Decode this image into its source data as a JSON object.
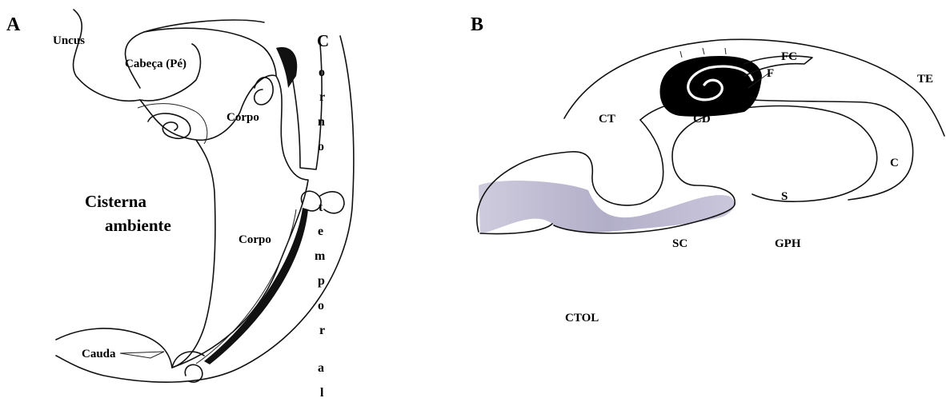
{
  "panel_a": {
    "letter": "A",
    "labels": {
      "uncus": "Uncus",
      "cabeca": "Cabeça (Pé)",
      "corpo_upper": "Corpo",
      "corpo_lower": "Corpo",
      "cisterna_line1": "Cisterna",
      "cisterna_line2": "ambiente",
      "cauda": "Cauda",
      "corno_letters": [
        "C",
        "o",
        "r",
        "n",
        "o"
      ],
      "temporal_letters": [
        "t",
        "e",
        "m",
        "p",
        "o",
        "r",
        "a",
        "l"
      ]
    }
  },
  "panel_b": {
    "letter": "B",
    "labels": {
      "fc": "FC",
      "f": "F",
      "te": "TE",
      "ct": "CT",
      "cd": "CD",
      "c": "C",
      "s": "S",
      "sc": "SC",
      "gph": "GPH",
      "ctol": "CTOL"
    }
  },
  "colors": {
    "ink": "#000000",
    "shading": "#b7b4cc"
  }
}
